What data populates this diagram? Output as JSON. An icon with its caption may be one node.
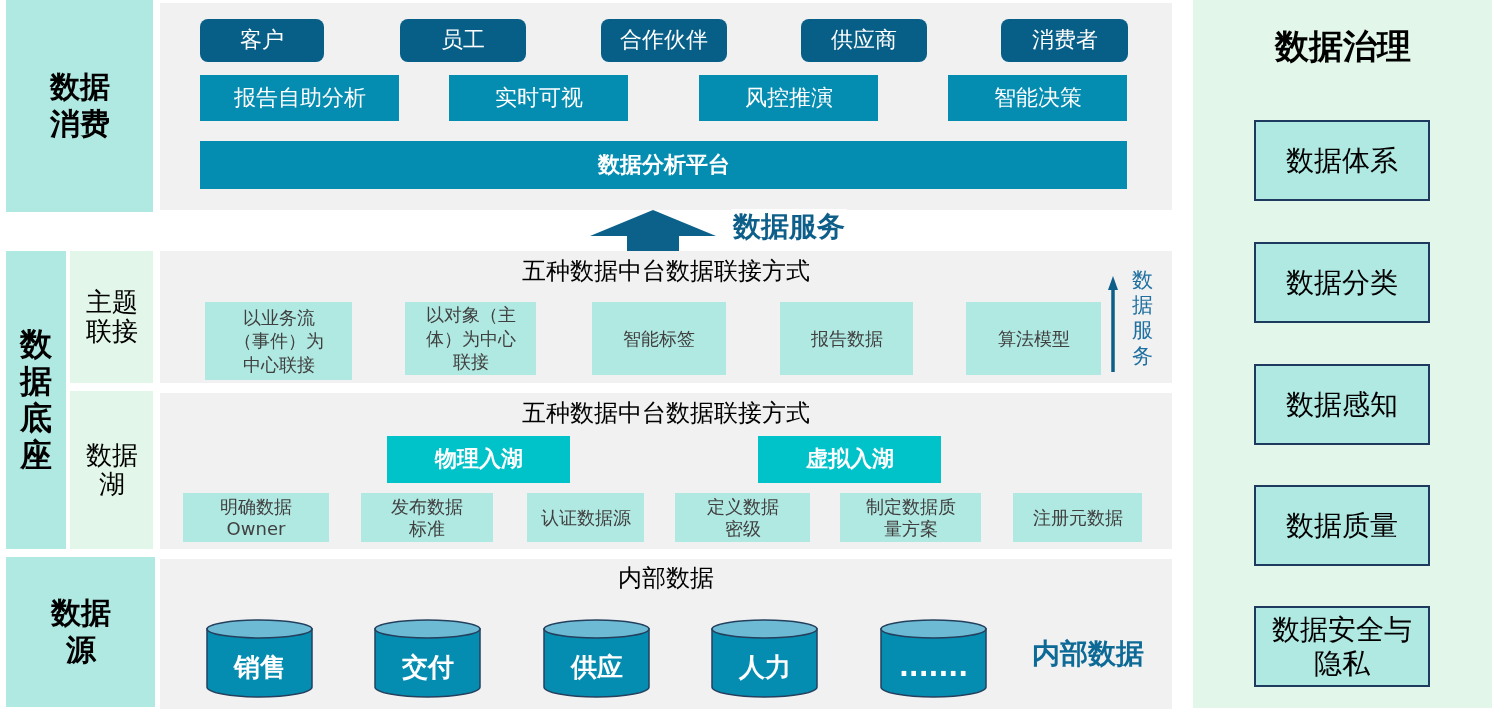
{
  "diagram": {
    "nodes": [
      {
        "text": [
          "数据消费"
        ]
      },
      {
        "text": [],
        "shape": "box"
      },
      {
        "text": [
          "客户"
        ],
        "in": 1
      },
      {
        "text": [
          "员工"
        ],
        "in": 1
      },
      {
        "text": [
          "合作伙伴"
        ],
        "in": 1
      },
      {
        "text": [
          "供应商"
        ],
        "in": 1
      },
      {
        "text": [
          "消费者"
        ],
        "in": 1
      },
      {
        "text": [
          "报告自助分析"
        ],
        "in": 1
      },
      {
        "text": [
          "实时可视"
        ],
        "in": 1
      },
      {
        "text": [
          "风控推演"
        ],
        "in": 1
      },
      {
        "text": [
          "智能决策"
        ],
        "in": 1
      },
      {
        "text": [
          "数据分析平台"
        ],
        "in": 1
      },
      {
        "text": [
          "数据底座"
        ]
      },
      {
        "text": [
          "主题联接"
        ]
      },
      {
        "text": [
          "五种数据中台数据联接方式"
        ]
      },
      {
        "text": [
          "以业务流（事件）为中心联接"
        ],
        "in": 14
      },
      {
        "text": [
          "以对象（主体）为中心联接"
        ],
        "in": 14
      },
      {
        "text": [
          "智能标签"
        ],
        "in": 14
      },
      {
        "text": [
          "报告数据"
        ],
        "in": 14
      },
      {
        "text": [
          "算法模型"
        ],
        "in": 14
      },
      {
        "text": [
          "数据湖"
        ]
      },
      {
        "text": [
          "五种数据中台数据联接方式"
        ]
      },
      {
        "text": [
          "物理入湖"
        ],
        "in": 21
      },
      {
        "text": [
          "虚拟入湖"
        ],
        "in": 21
      },
      {
        "text": [
          "明确数据Owner"
        ],
        "in": 21
      },
      {
        "text": [
          "发布数据标准"
        ],
        "in": 21
      },
      {
        "text": [
          "认证数据源"
        ],
        "in": 21
      },
      {
        "text": [
          "定义数据密级"
        ],
        "in": 21
      },
      {
        "text": [
          "制定数据质量方案"
        ],
        "in": 21
      },
      {
        "text": [
          "注册元数据"
        ],
        "in": 21
      },
      {
        "text": [
          "数据源"
        ]
      },
      {
        "text": [
          "内部数据",
          "内部数据"
        ]
      },
      {
        "text": [
          "销售"
        ],
        "in": 31
      },
      {
        "text": [
          "交付"
        ],
        "in": 31
      },
      {
        "text": [
          "供应"
        ],
        "in": 31
      },
      {
        "text": [
          "人力"
        ],
        "in": 31
      },
      {
        "text": [
          "......."
        ],
        "in": 31
      },
      {
        "text": [
          "数据治理"
        ]
      },
      {
        "text": [
          "数据体系"
        ],
        "in": 37
      },
      {
        "text": [
          "数据分类"
        ],
        "in": 37
      },
      {
        "text": [
          "数据感知"
        ],
        "in": 37
      },
      {
        "text": [
          "数据质量"
        ],
        "in": 37
      },
      {
        "text": [
          "数据安全与隐私"
        ],
        "in": 37
      }
    ],
    "edges": [
      {
        "from": 14,
        "to": 1,
        "arrow": "to",
        "label": "数据服务"
      }
    ],
    "labels": [
      "数据服务"
    ]
  }
}
